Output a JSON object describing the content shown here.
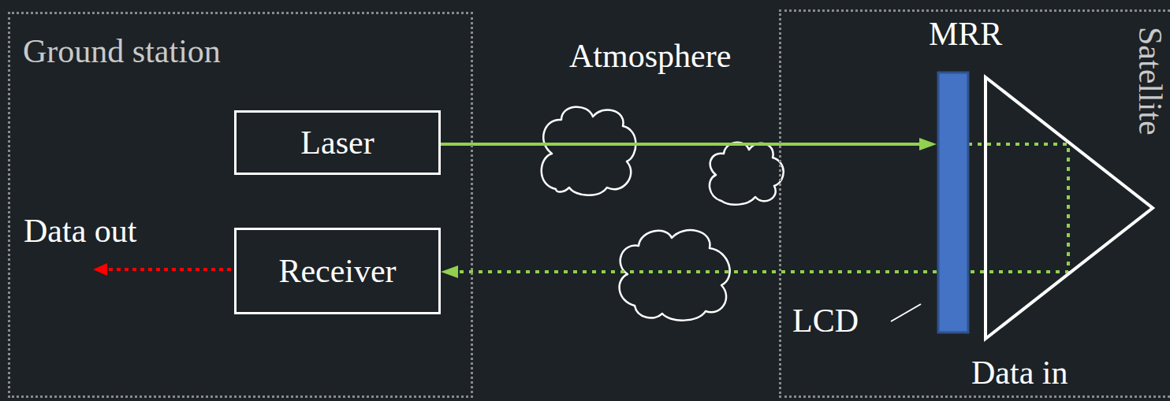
{
  "diagram": {
    "nodes": [
      {
        "text": [
          "Ground station"
        ]
      },
      {
        "text": [
          "Laser"
        ],
        "in": 0
      },
      {
        "text": [
          "Receiver"
        ],
        "in": 0
      },
      {
        "text": [
          "Satellite"
        ]
      },
      {
        "text": [
          "MRR"
        ],
        "in": 3
      }
    ],
    "edges": [
      {
        "from": 1,
        "to": 4,
        "arrow": "to"
      },
      {
        "from": 4,
        "to": 2,
        "arrow": "to"
      }
    ],
    "labels": [
      "Atmosphere",
      "Data out",
      "LCD",
      "Data in"
    ]
  }
}
